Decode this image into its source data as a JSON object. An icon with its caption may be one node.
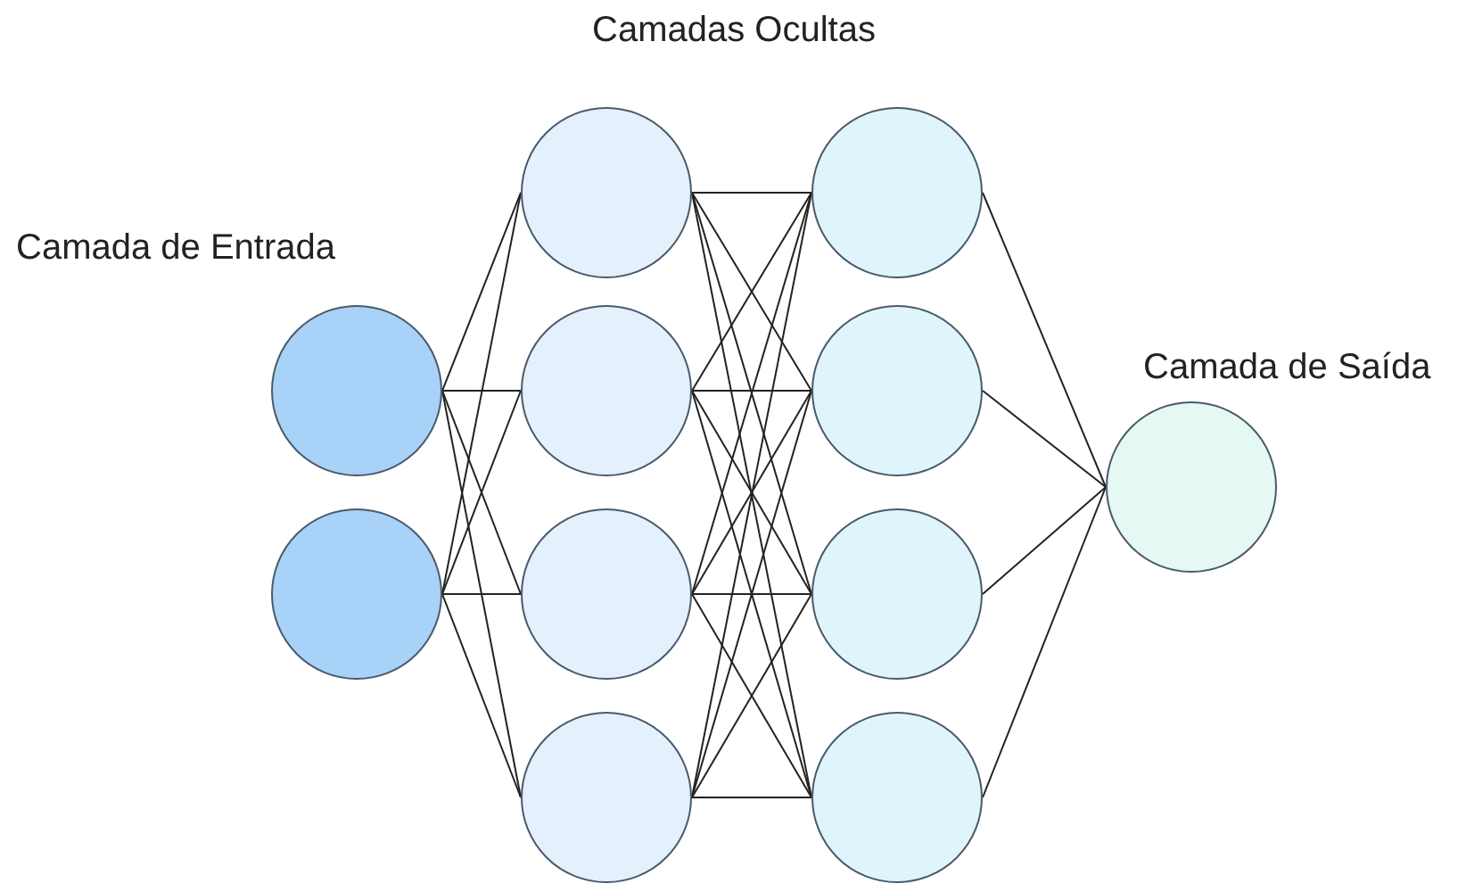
{
  "diagram": {
    "nodes": [
      {
        "text": [],
        "shape": "circle"
      },
      {
        "text": [],
        "shape": "circle"
      },
      {
        "text": [],
        "shape": "circle"
      },
      {
        "text": [],
        "shape": "circle"
      },
      {
        "text": [],
        "shape": "circle"
      },
      {
        "text": [],
        "shape": "circle"
      },
      {
        "text": [],
        "shape": "circle"
      },
      {
        "text": [],
        "shape": "circle"
      },
      {
        "text": [],
        "shape": "circle"
      },
      {
        "text": [],
        "shape": "circle"
      },
      {
        "text": [],
        "shape": "circle"
      }
    ],
    "edges": [
      {
        "from": 0,
        "to": 2,
        "arrow": "none"
      },
      {
        "from": 0,
        "to": 3,
        "arrow": "none"
      },
      {
        "from": 0,
        "to": 4,
        "arrow": "none"
      },
      {
        "from": 0,
        "to": 5,
        "arrow": "none"
      },
      {
        "from": 1,
        "to": 2,
        "arrow": "none"
      },
      {
        "from": 1,
        "to": 3,
        "arrow": "none"
      },
      {
        "from": 1,
        "to": 4,
        "arrow": "none"
      },
      {
        "from": 1,
        "to": 5,
        "arrow": "none"
      },
      {
        "from": 2,
        "to": 6,
        "arrow": "none"
      },
      {
        "from": 2,
        "to": 7,
        "arrow": "none"
      },
      {
        "from": 2,
        "to": 8,
        "arrow": "none"
      },
      {
        "from": 2,
        "to": 9,
        "arrow": "none"
      },
      {
        "from": 3,
        "to": 6,
        "arrow": "none"
      },
      {
        "from": 3,
        "to": 7,
        "arrow": "none"
      },
      {
        "from": 3,
        "to": 8,
        "arrow": "none"
      },
      {
        "from": 3,
        "to": 9,
        "arrow": "none"
      },
      {
        "from": 4,
        "to": 6,
        "arrow": "none"
      },
      {
        "from": 4,
        "to": 7,
        "arrow": "none"
      },
      {
        "from": 4,
        "to": 8,
        "arrow": "none"
      },
      {
        "from": 4,
        "to": 9,
        "arrow": "none"
      },
      {
        "from": 5,
        "to": 6,
        "arrow": "none"
      },
      {
        "from": 5,
        "to": 7,
        "arrow": "none"
      },
      {
        "from": 5,
        "to": 8,
        "arrow": "none"
      },
      {
        "from": 5,
        "to": 9,
        "arrow": "none"
      },
      {
        "from": 6,
        "to": 10,
        "arrow": "none"
      },
      {
        "from": 7,
        "to": 10,
        "arrow": "none"
      },
      {
        "from": 8,
        "to": 10,
        "arrow": "none"
      },
      {
        "from": 9,
        "to": 10,
        "arrow": "none"
      }
    ],
    "labels": [
      "Camadas Ocultas",
      "Camada de Entrada",
      "Camada de Saída"
    ]
  }
}
